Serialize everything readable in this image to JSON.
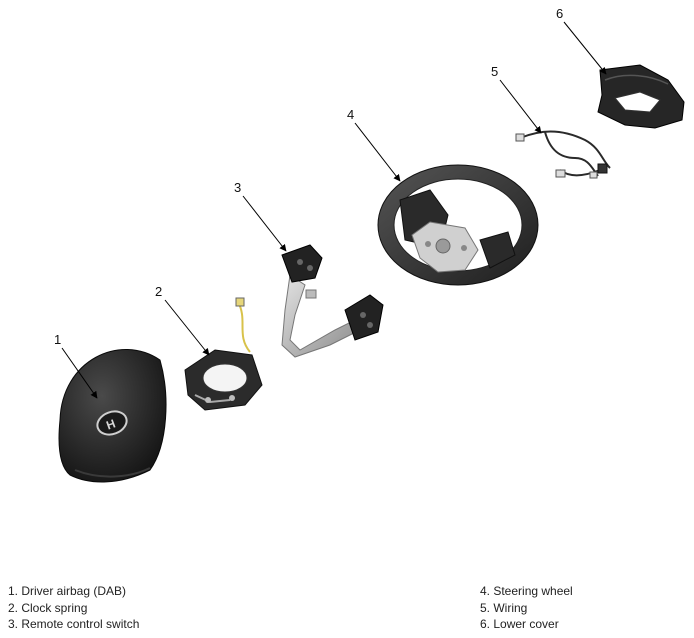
{
  "callouts": [
    "1",
    "2",
    "3",
    "4",
    "5",
    "6"
  ],
  "legend_left": [
    "1. Driver airbag (DAB)",
    "2. Clock spring",
    "3. Remote control switch"
  ],
  "legend_right": [
    "4. Steering wheel",
    "5. Wiring",
    "6. Lower cover"
  ]
}
